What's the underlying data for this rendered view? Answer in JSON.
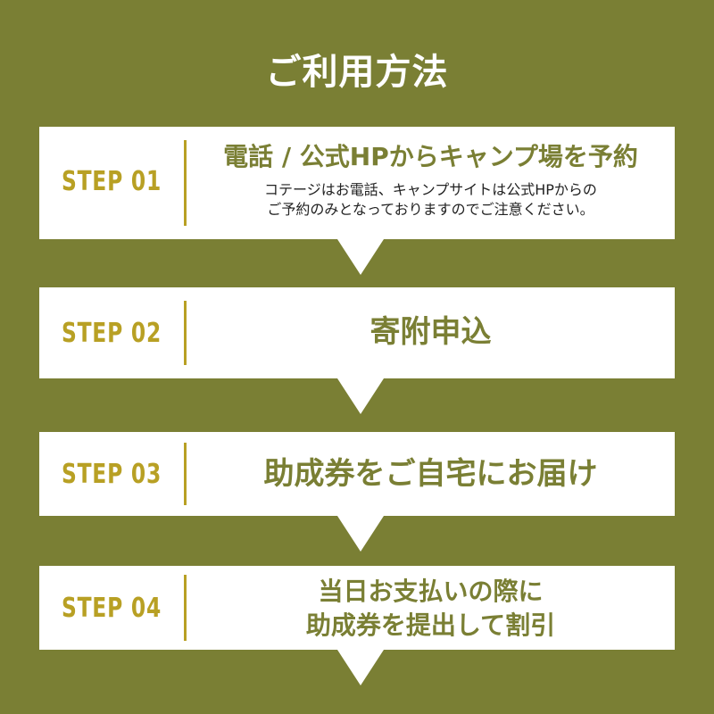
{
  "title": "ご利用方法",
  "steps": [
    {
      "label": "STEP 01",
      "main": "電話 / 公式HPからキャンプ場を予約",
      "sub_line1": "コテージはお電話、キャンプサイトは公式HPからの",
      "sub_line2": "ご予約のみとなっておりますのでご注意ください。"
    },
    {
      "label": "STEP 02",
      "main": "寄附申込"
    },
    {
      "label": "STEP 03",
      "main": "助成券をご自宅にお届け"
    },
    {
      "label": "STEP 04",
      "main_line1": "当日お支払いの際に",
      "main_line2": "助成券を提出して割引"
    }
  ],
  "colors": {
    "background": "#7a7f34",
    "step_label": "#b8a024",
    "card": "#ffffff"
  },
  "icons": [
    "down-arrow-icon",
    "down-arrow-icon",
    "down-arrow-icon",
    "down-arrow-icon"
  ]
}
